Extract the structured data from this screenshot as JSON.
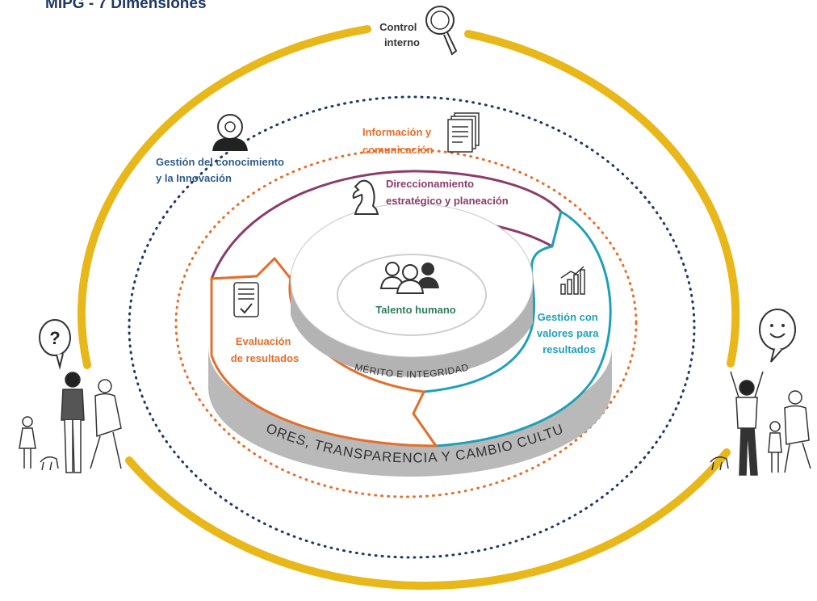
{
  "title": "MIPG - 7 Dimensiones",
  "dimensions": {
    "control_interno": [
      "Control",
      "interno"
    ],
    "gestion_conocimiento": [
      "Gestión del conocimiento",
      "y la Innovación"
    ],
    "informacion": [
      "Información y",
      "comunicación"
    ],
    "direccionamiento": [
      "Direccionamiento",
      "estratégico y planeación"
    ],
    "talento": "Talento humano",
    "gestion_valores": [
      "Gestión con",
      "valores para",
      "resultados"
    ],
    "evaluacion": [
      "Evaluación",
      "de resultados"
    ]
  },
  "bands": {
    "inner": "MÉRITO E INTEGRIDAD",
    "outer": "VALORES, TRANSPARENCIA Y CAMBIO CULTURAL"
  },
  "colors": {
    "yellow": "#e8b81a",
    "navy": "#1f3864",
    "orange": "#e36f2c",
    "purple": "#8a3d6b",
    "teal": "#1fa0b8",
    "green": "#2e7d5b",
    "gray": "#bdbdbd",
    "blue_text": "#2f5d8a"
  },
  "icons": [
    "magnifier-icon",
    "brain-person-icon",
    "documents-icon",
    "chess-knight-icon",
    "people-icon",
    "bar-chart-icon",
    "checklist-icon",
    "question-bubble-icon",
    "smiley-bubble-icon"
  ]
}
